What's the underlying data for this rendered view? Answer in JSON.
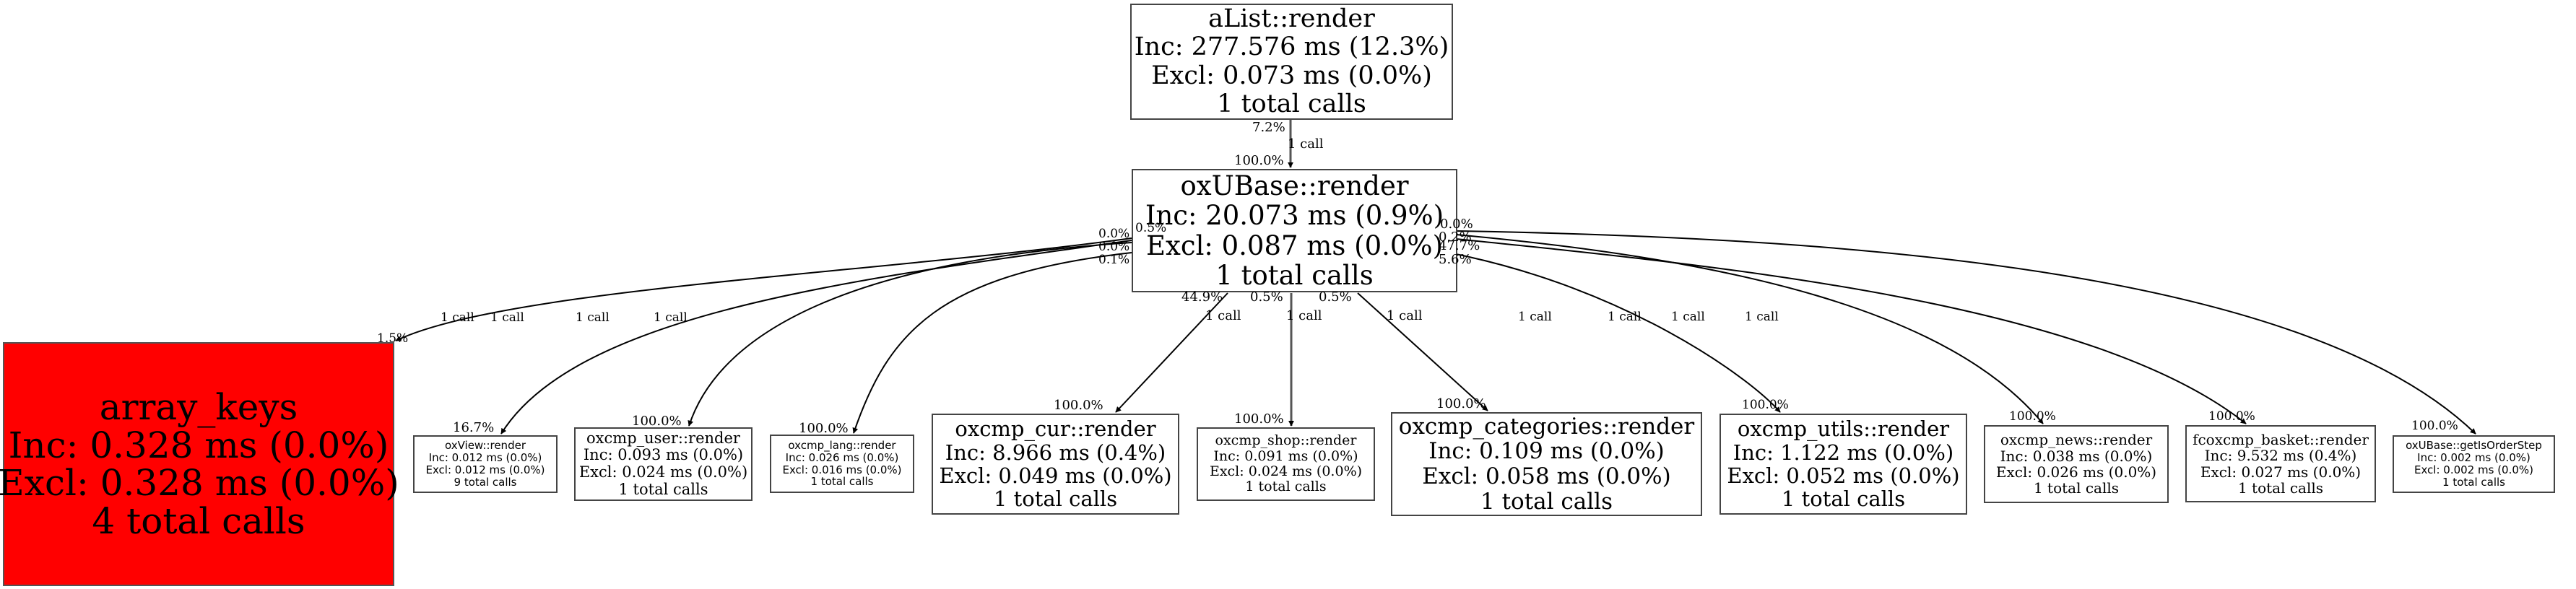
{
  "graph": {
    "nodes": [
      {
        "id": "alist",
        "name": "aList::render",
        "inc": "Inc: 277.576 ms (12.3%)",
        "excl": "Excl: 0.073 ms (0.0%)",
        "calls": "1 total calls",
        "fill": "#ffffff"
      },
      {
        "id": "oxubase",
        "name": "oxUBase::render",
        "inc": "Inc: 20.073 ms (0.9%)",
        "excl": "Excl: 0.087 ms (0.0%)",
        "calls": "1 total calls",
        "fill": "#ffffff"
      },
      {
        "id": "array_keys",
        "name": "array_keys",
        "inc": "Inc: 0.328 ms (0.0%)",
        "excl": "Excl: 0.328 ms (0.0%)",
        "calls": "4 total calls",
        "fill": "#ff0000"
      },
      {
        "id": "oxview",
        "name": "oxView::render",
        "inc": "Inc: 0.012 ms (0.0%)",
        "excl": "Excl: 0.012 ms (0.0%)",
        "calls": "9 total calls",
        "fill": "#ffffff"
      },
      {
        "id": "user",
        "name": "oxcmp_user::render",
        "inc": "Inc: 0.093 ms (0.0%)",
        "excl": "Excl: 0.024 ms (0.0%)",
        "calls": "1 total calls",
        "fill": "#ffffff"
      },
      {
        "id": "lang",
        "name": "oxcmp_lang::render",
        "inc": "Inc: 0.026 ms (0.0%)",
        "excl": "Excl: 0.016 ms (0.0%)",
        "calls": "1 total calls",
        "fill": "#ffffff"
      },
      {
        "id": "cur",
        "name": "oxcmp_cur::render",
        "inc": "Inc: 8.966 ms (0.4%)",
        "excl": "Excl: 0.049 ms (0.0%)",
        "calls": "1 total calls",
        "fill": "#ffffff"
      },
      {
        "id": "shop",
        "name": "oxcmp_shop::render",
        "inc": "Inc: 0.091 ms (0.0%)",
        "excl": "Excl: 0.024 ms (0.0%)",
        "calls": "1 total calls",
        "fill": "#ffffff"
      },
      {
        "id": "categories",
        "name": "oxcmp_categories::render",
        "inc": "Inc: 0.109 ms (0.0%)",
        "excl": "Excl: 0.058 ms (0.0%)",
        "calls": "1 total calls",
        "fill": "#ffffff"
      },
      {
        "id": "utils",
        "name": "oxcmp_utils::render",
        "inc": "Inc: 1.122 ms (0.0%)",
        "excl": "Excl: 0.052 ms (0.0%)",
        "calls": "1 total calls",
        "fill": "#ffffff"
      },
      {
        "id": "news",
        "name": "oxcmp_news::render",
        "inc": "Inc: 0.038 ms (0.0%)",
        "excl": "Excl: 0.026 ms (0.0%)",
        "calls": "1 total calls",
        "fill": "#ffffff"
      },
      {
        "id": "basket",
        "name": "fcoxcmp_basket::render",
        "inc": "Inc: 9.532 ms (0.4%)",
        "excl": "Excl: 0.027 ms (0.0%)",
        "calls": "1 total calls",
        "fill": "#ffffff"
      },
      {
        "id": "orderstep",
        "name": "oxUBase::getIsOrderStep",
        "inc": "Inc: 0.002 ms (0.0%)",
        "excl": "Excl: 0.002 ms (0.0%)",
        "calls": "1 total calls",
        "fill": "#ffffff"
      }
    ],
    "edges": [
      {
        "from": "alist",
        "to": "oxubase",
        "label": "1 call",
        "tail_pct": "7.2%",
        "head_pct": "100.0%"
      },
      {
        "from": "oxubase",
        "to": "array_keys",
        "label": "1 call",
        "tail_pct": "0.0%",
        "head_pct": "1.5%"
      },
      {
        "from": "oxubase",
        "to": "oxview",
        "label": "1 call",
        "tail_pct": "0.0%",
        "head_pct": "16.7%"
      },
      {
        "from": "oxubase",
        "to": "user",
        "label": "1 call",
        "tail_pct": "0.5%",
        "head_pct": "100.0%"
      },
      {
        "from": "oxubase",
        "to": "lang",
        "label": "1 call",
        "tail_pct": "0.1%",
        "head_pct": "100.0%"
      },
      {
        "from": "oxubase",
        "to": "cur",
        "label": "1 call",
        "tail_pct": "44.9%",
        "head_pct": "100.0%"
      },
      {
        "from": "oxubase",
        "to": "shop",
        "label": "1 call",
        "tail_pct": "0.5%",
        "head_pct": "100.0%"
      },
      {
        "from": "oxubase",
        "to": "categories",
        "label": "1 call",
        "tail_pct": "0.5%",
        "head_pct": "100.0%"
      },
      {
        "from": "oxubase",
        "to": "utils",
        "label": "1 call",
        "tail_pct": "5.6%",
        "head_pct": "100.0%"
      },
      {
        "from": "oxubase",
        "to": "news",
        "label": "1 call",
        "tail_pct": "0.2%",
        "head_pct": "100.0%"
      },
      {
        "from": "oxubase",
        "to": "basket",
        "label": "1 call",
        "tail_pct": "47.7%",
        "head_pct": "100.0%"
      },
      {
        "from": "oxubase",
        "to": "orderstep",
        "label": "1 call",
        "tail_pct": "0.0%",
        "head_pct": "100.0%"
      }
    ]
  }
}
